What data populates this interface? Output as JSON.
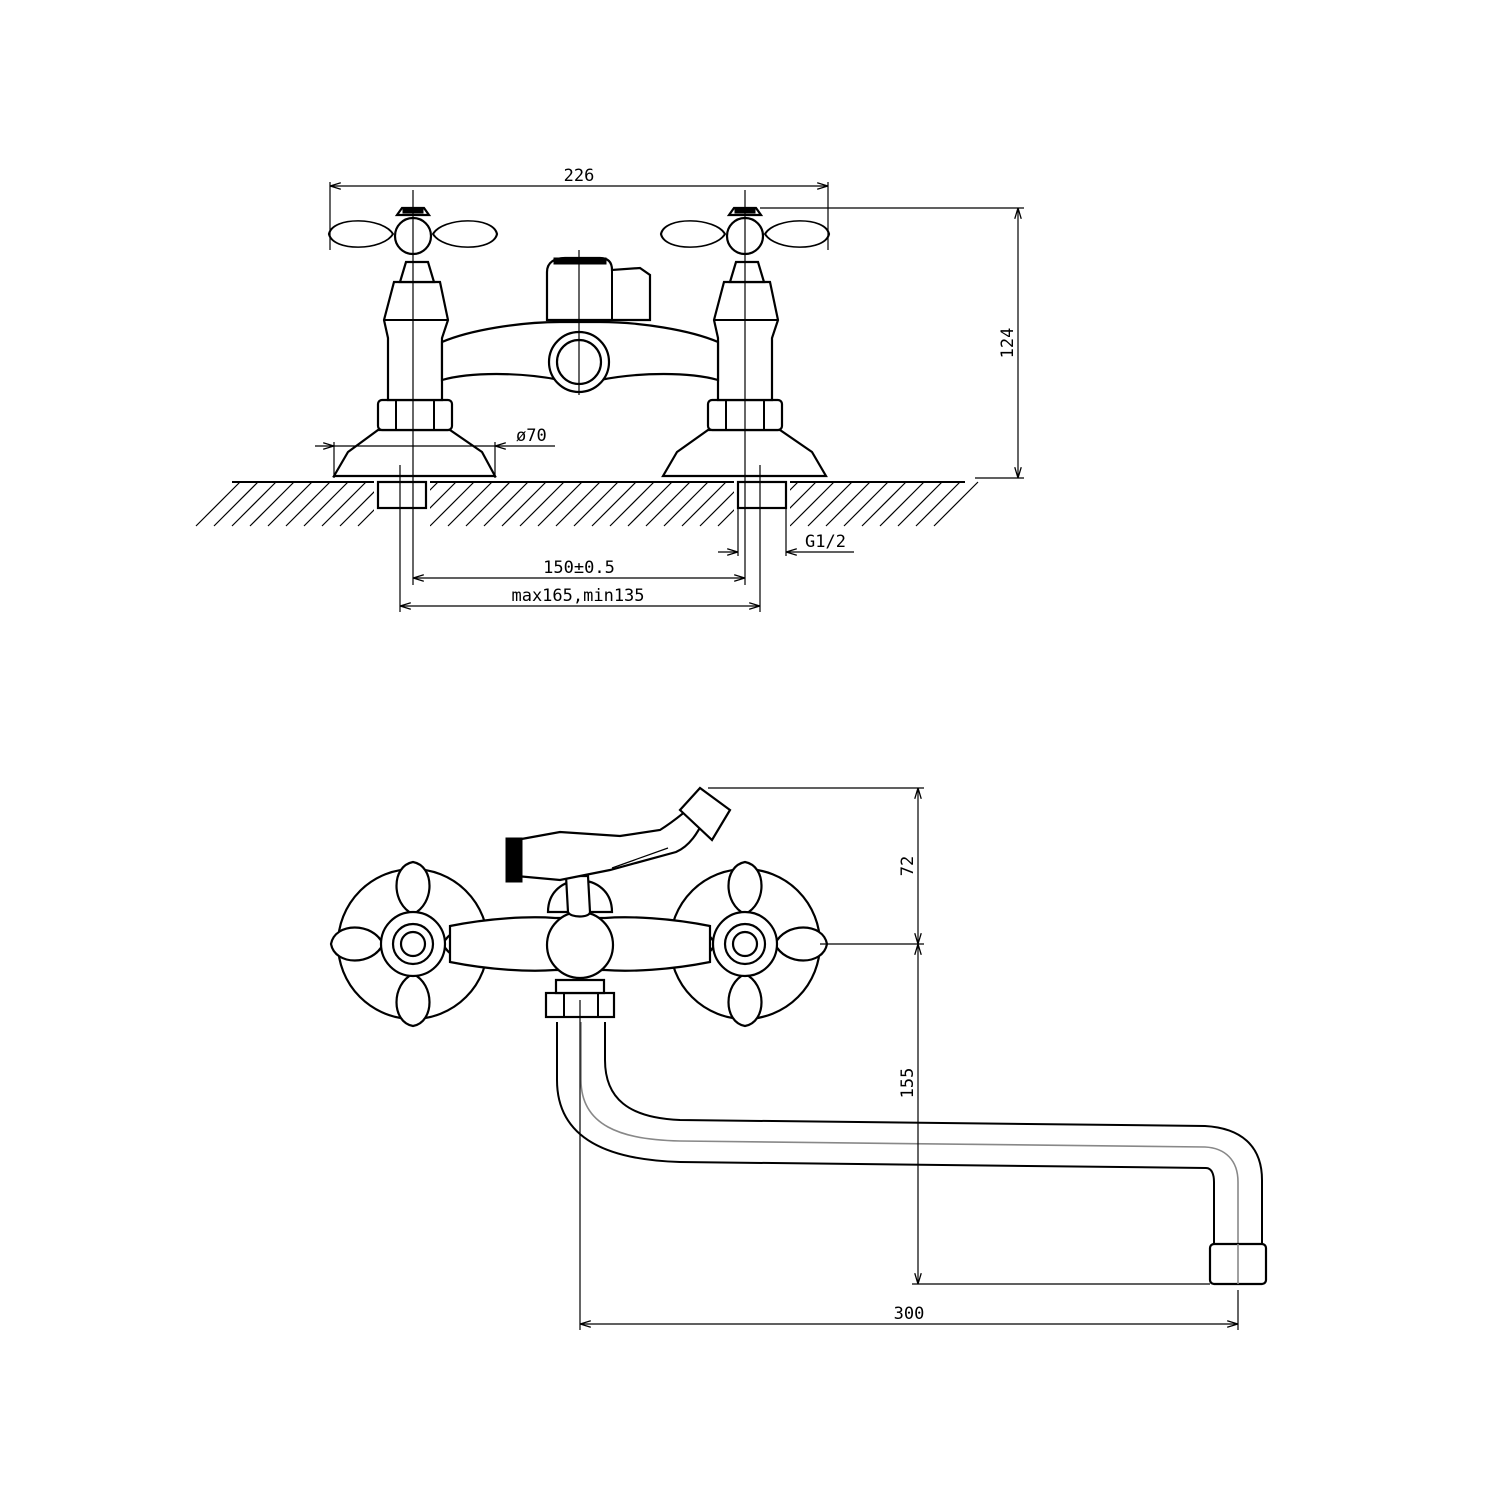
{
  "drawing": {
    "front_view": {
      "dimensions": {
        "overall_width": "226",
        "height": "124",
        "flange_diameter": "ø70",
        "thread": "G1/2",
        "inlet_spacing": "150±0.5",
        "eccentric_range": "max165,min135"
      }
    },
    "top_view": {
      "dimensions": {
        "diverter_height": "72",
        "spout_drop": "155",
        "spout_reach": "300"
      }
    }
  }
}
